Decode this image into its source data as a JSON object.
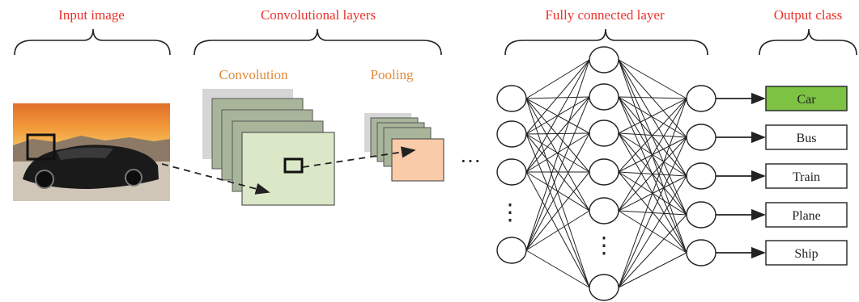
{
  "headers": {
    "input": "Input image",
    "conv_layers": "Convolutional layers",
    "fc_layer": "Fully connected layer",
    "output": "Output class"
  },
  "sublabels": {
    "convolution": "Convolution",
    "pooling": "Pooling"
  },
  "ellipsis": {
    "horizontal": "···",
    "vertical": "⋮"
  },
  "classes": [
    {
      "label": "Car",
      "highlighted": true
    },
    {
      "label": "Bus",
      "highlighted": false
    },
    {
      "label": "Train",
      "highlighted": false
    },
    {
      "label": "Plane",
      "highlighted": false
    },
    {
      "label": "Ship",
      "highlighted": false
    }
  ],
  "colors": {
    "header": "#e8322a",
    "sublabel": "#e08a3c",
    "conv_fill": "#dbe8c8",
    "conv_stack": "#a9b59a",
    "pool_fill": "#f9cba8",
    "highlight": "#7dc242",
    "line": "#222222"
  }
}
